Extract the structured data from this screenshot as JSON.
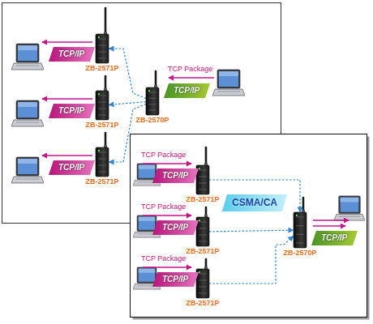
{
  "diagram": {
    "nodes": [
      {
        "text": [
          "ZB-2571P"
        ]
      },
      {
        "text": [
          "TCP/IP"
        ]
      },
      {
        "text": [
          "ZB-2571P"
        ]
      },
      {
        "text": [
          "TCP/IP"
        ]
      },
      {
        "text": [
          "ZB-2571P"
        ]
      },
      {
        "text": [
          "TCP/IP"
        ]
      },
      {
        "text": [
          "ZB-2570P"
        ]
      },
      {
        "text": [
          "TCP/IP"
        ]
      },
      {
        "text": [
          "ZB-2571P"
        ]
      },
      {
        "text": [
          "TCP/IP"
        ]
      },
      {
        "text": [
          "ZB-2571P"
        ]
      },
      {
        "text": [
          "TCP/IP"
        ]
      },
      {
        "text": [
          "ZB-2571P"
        ]
      },
      {
        "text": [
          "TCP/IP"
        ]
      },
      {
        "text": [
          "CSMA/CA"
        ]
      },
      {
        "text": [
          "ZB-2570P"
        ]
      },
      {
        "text": [
          "TCP/IP"
        ]
      }
    ],
    "edges": [
      {
        "from": 6,
        "to": 0,
        "arrow": "to"
      },
      {
        "from": 6,
        "to": 2,
        "arrow": "to"
      },
      {
        "from": 6,
        "to": 4,
        "arrow": "to"
      },
      {
        "from": 8,
        "to": 15,
        "arrow": "to"
      },
      {
        "from": 10,
        "to": 15,
        "arrow": "to"
      },
      {
        "from": 12,
        "to": 15,
        "arrow": "to"
      }
    ],
    "labels": [
      "TCP Package",
      "TCP Package",
      "TCP Package",
      "TCP Package"
    ]
  }
}
